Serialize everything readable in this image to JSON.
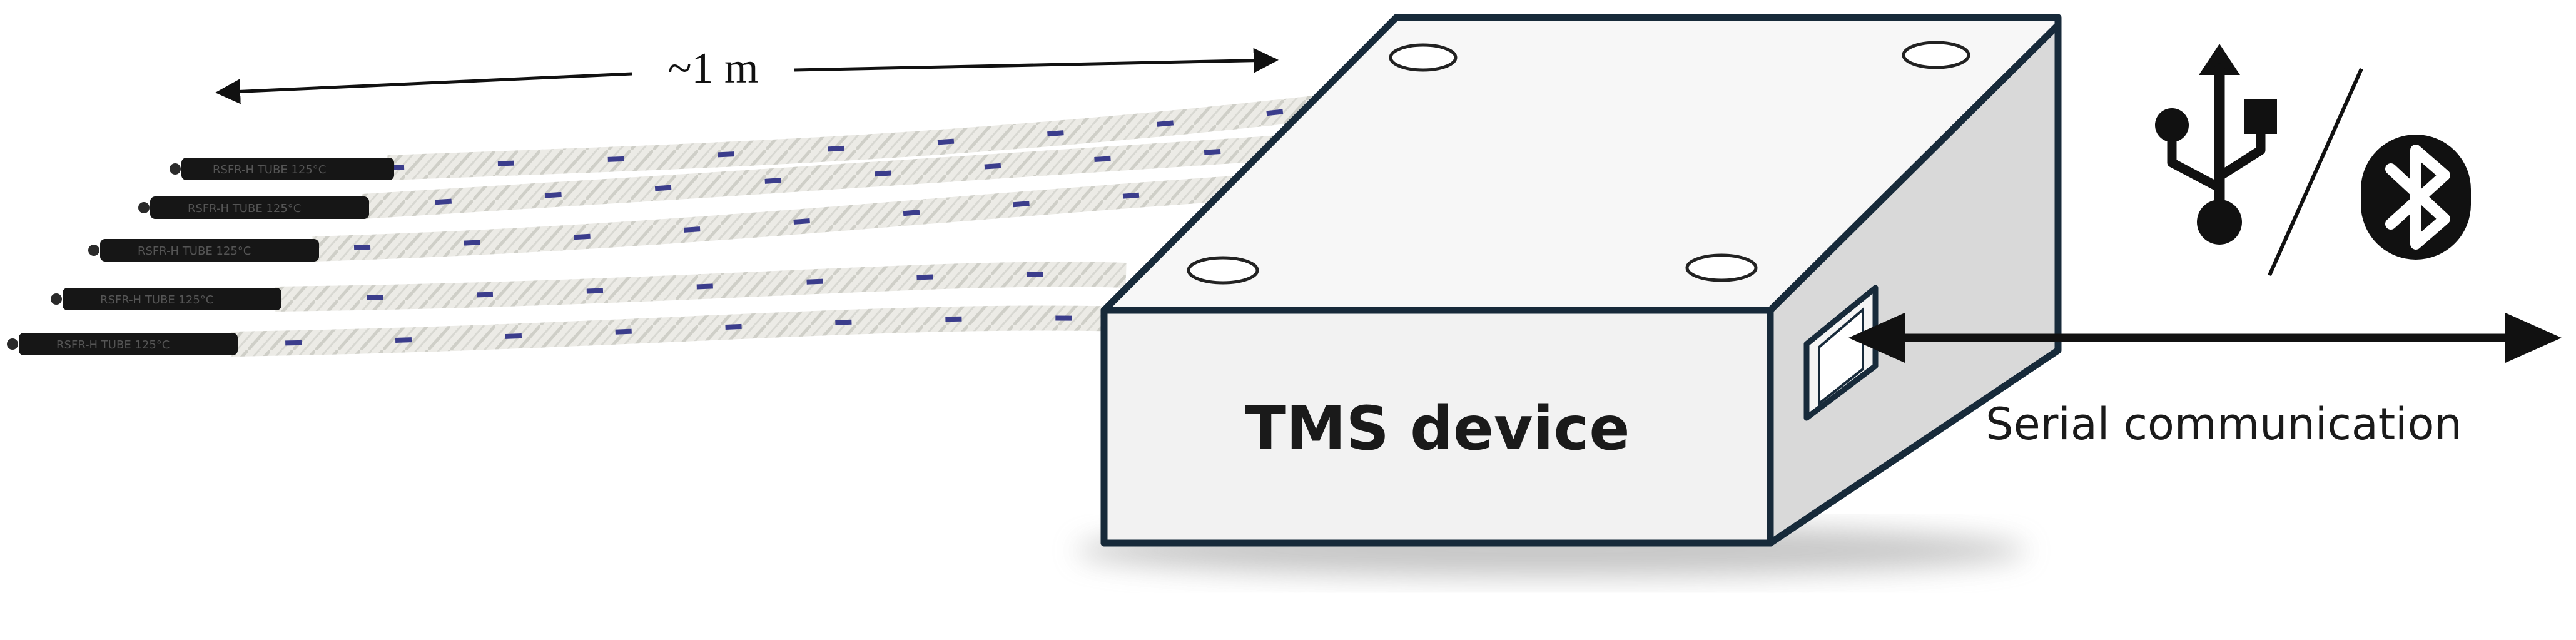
{
  "diagram": {
    "length_label": "~1 m",
    "device_label": "TMS device",
    "comm_label": "Serial communication",
    "probe_sleeve_text": "RSFR-H TUBE 125°C",
    "probe_count": 5,
    "icons": [
      "usb-icon",
      "bluetooth-icon"
    ],
    "colors": {
      "outline": "#172a3a",
      "device_face": "#f2f2f2",
      "device_top": "#f7f7f7",
      "device_side": "#d9d9d9",
      "cable": "#ebebe6",
      "cable_mark": "#3b3d8c",
      "probe_tip": "#161616"
    }
  }
}
